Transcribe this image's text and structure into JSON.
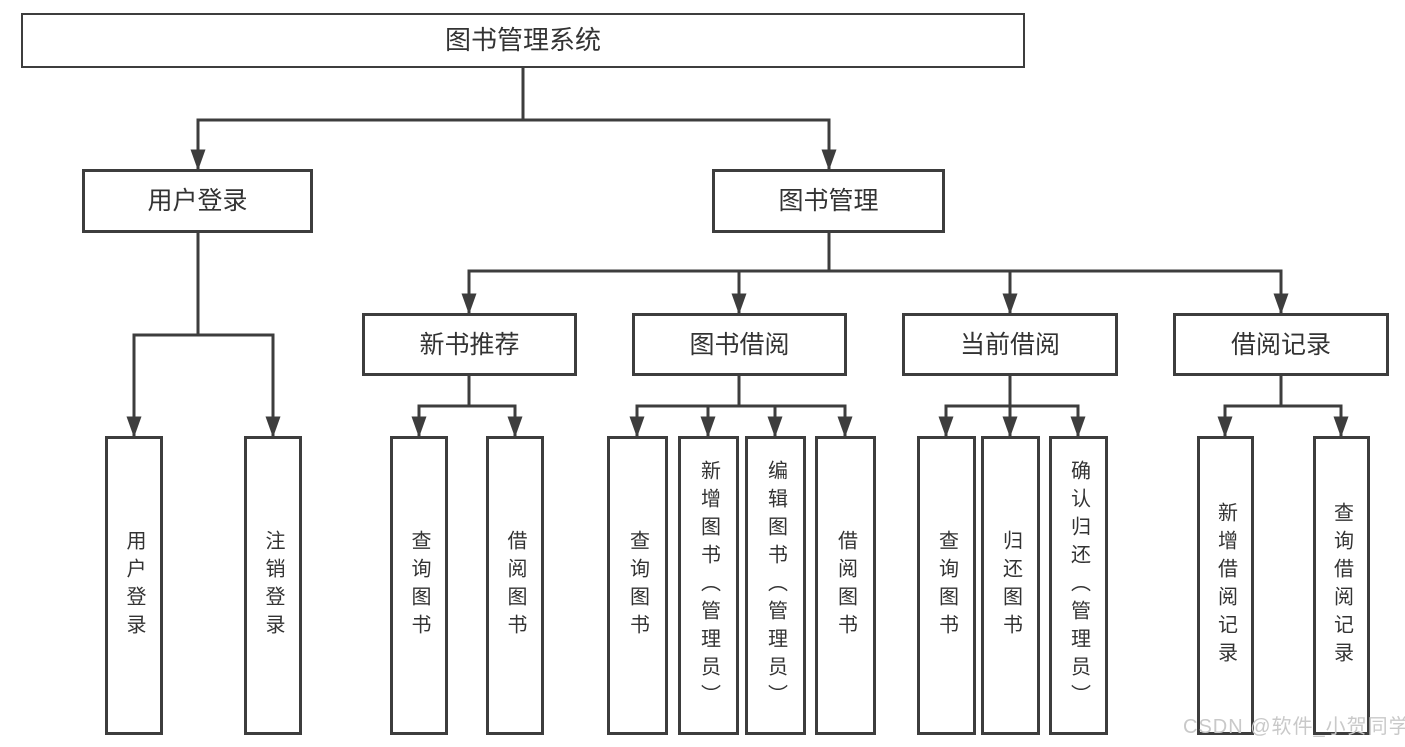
{
  "diagram_title": "图书管理系统",
  "tree": {
    "label": "图书管理系统",
    "children": [
      {
        "label": "用户登录",
        "children": [
          {
            "label": "用户登录"
          },
          {
            "label": "注销登录"
          }
        ]
      },
      {
        "label": "图书管理",
        "children": [
          {
            "label": "新书推荐",
            "children": [
              {
                "label": "查询图书"
              },
              {
                "label": "借阅图书"
              }
            ]
          },
          {
            "label": "图书借阅",
            "children": [
              {
                "label": "查询图书"
              },
              {
                "label": "新增图书（管理员）"
              },
              {
                "label": "编辑图书（管理员）"
              },
              {
                "label": "借阅图书"
              }
            ]
          },
          {
            "label": "当前借阅",
            "children": [
              {
                "label": "查询图书"
              },
              {
                "label": "归还图书"
              },
              {
                "label": "确认归还（管理员）"
              }
            ]
          },
          {
            "label": "借阅记录",
            "children": [
              {
                "label": "新增借阅记录"
              },
              {
                "label": "查询借阅记录"
              }
            ]
          }
        ]
      }
    ]
  },
  "watermark": {
    "text": "CSDN @软件_小贺同学",
    "color": "#c9c9c9"
  },
  "colors": {
    "background": "#ffffff",
    "line": "#3d3d3d",
    "text": "#333333"
  }
}
